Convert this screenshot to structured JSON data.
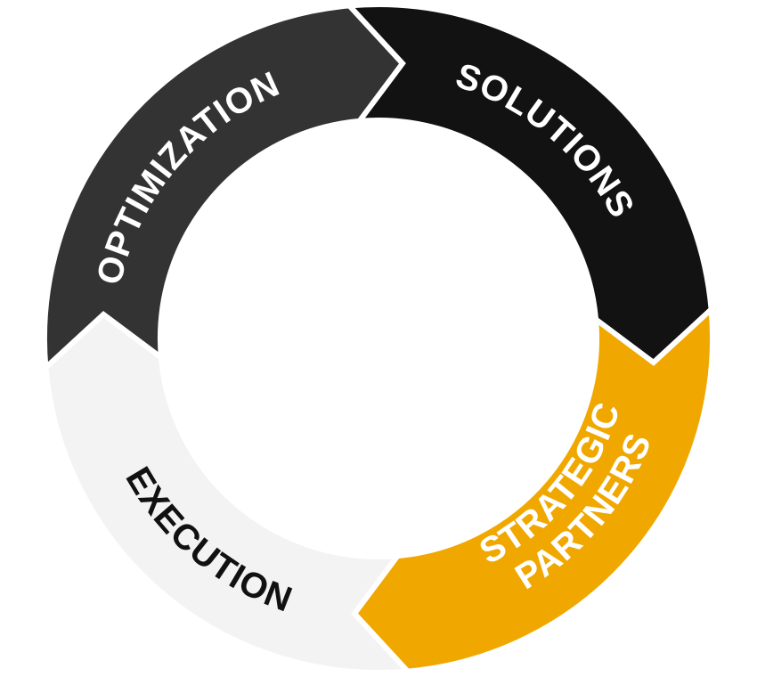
{
  "diagram": {
    "type": "cycle",
    "segments": [
      {
        "label": "OPTIMIZATION",
        "fill": "#333333",
        "text_color": "#ffffff"
      },
      {
        "label": "SOLUTIONS",
        "fill": "#121212",
        "text_color": "#ffffff"
      },
      {
        "label_line1": "STRATEGIC",
        "label_line2": "PARTNERS",
        "fill": "#f0a800",
        "text_color": "#ffffff"
      },
      {
        "label": "EXECUTION",
        "fill": "#f3f3f3",
        "text_color": "#111111"
      }
    ]
  }
}
